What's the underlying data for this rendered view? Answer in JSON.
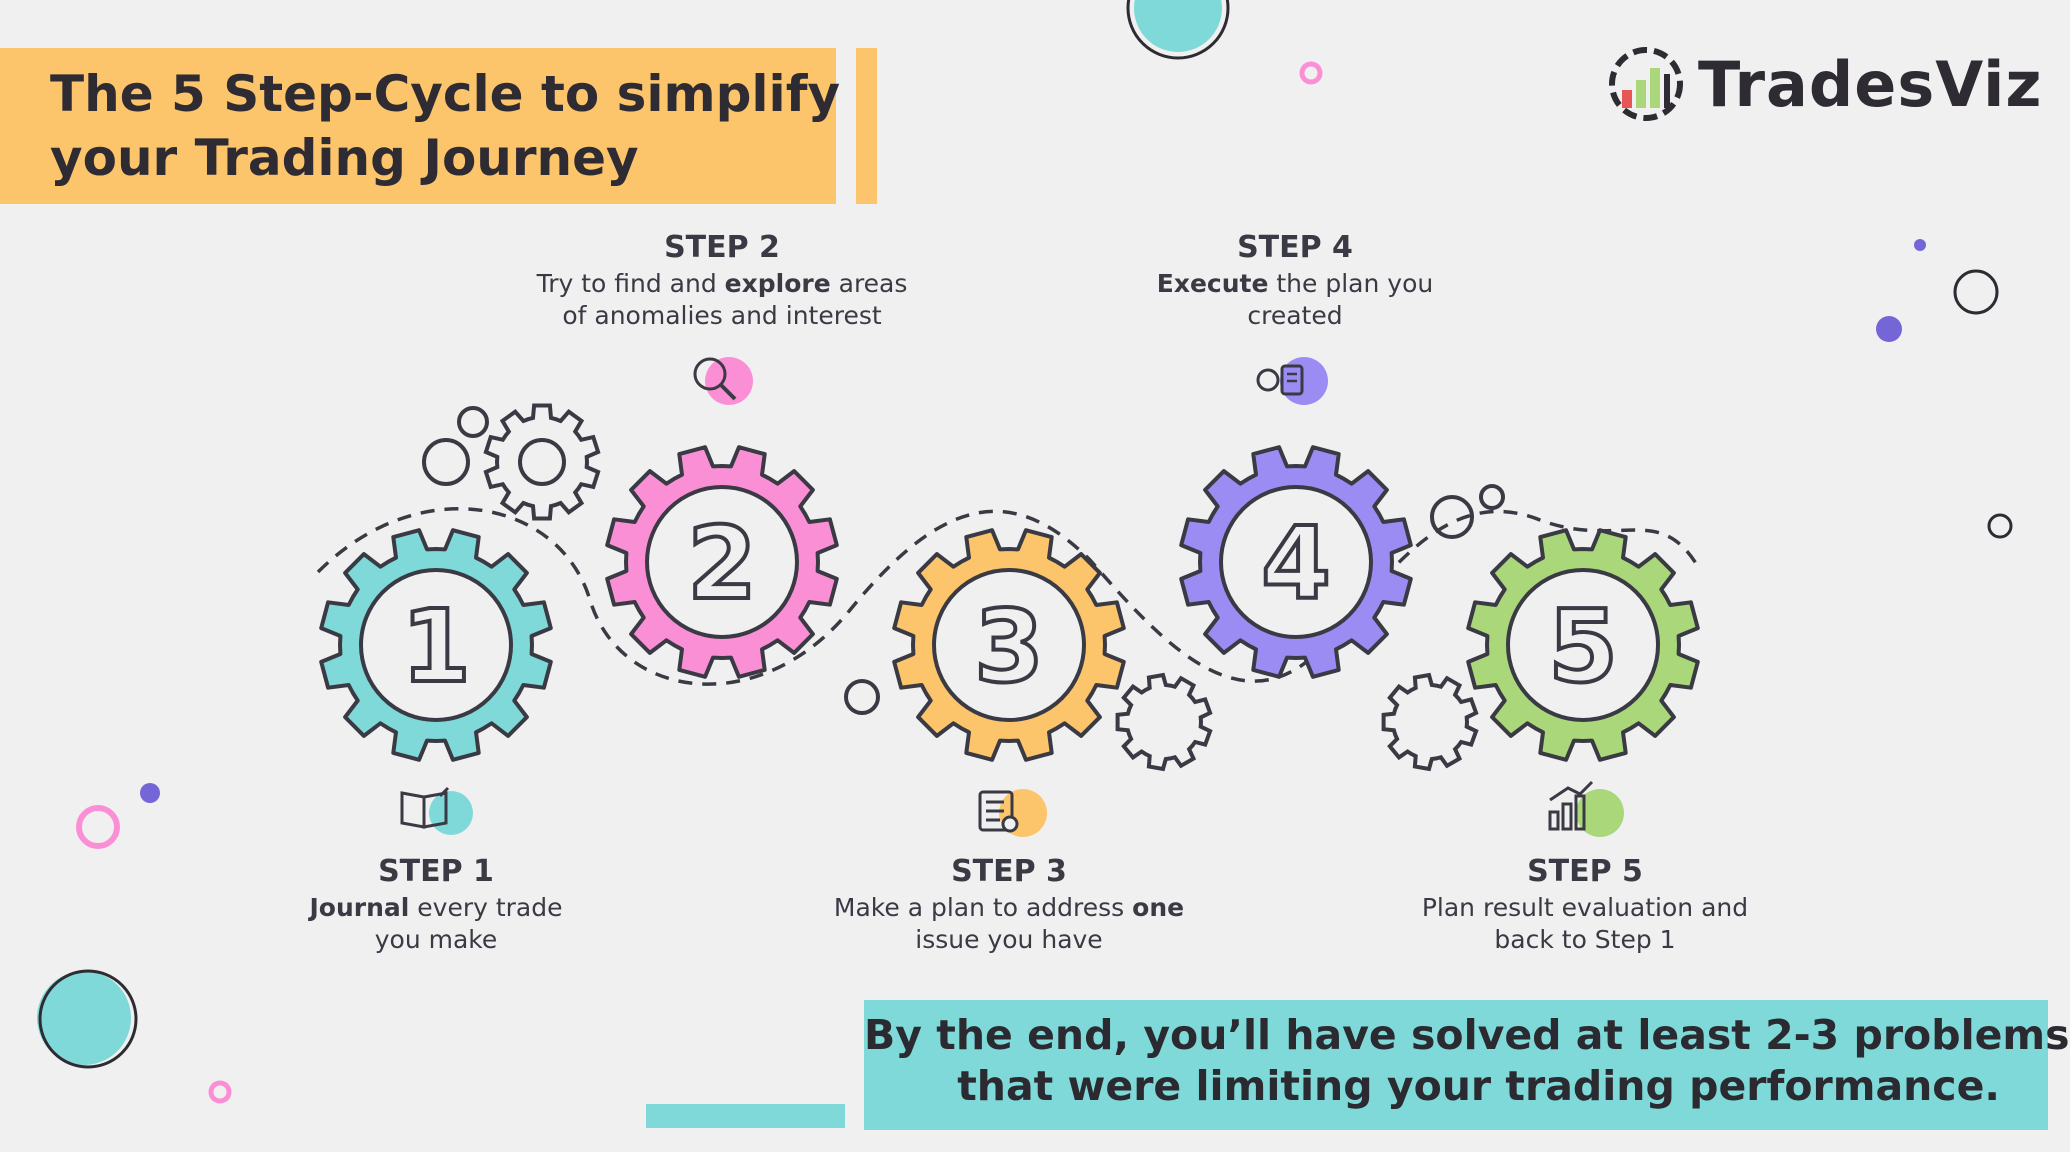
{
  "header": {
    "title_line1": "The 5 Step-Cycle to simplify",
    "title_line2": "your Trading Journey"
  },
  "brand": {
    "name": "TradesViz"
  },
  "steps": [
    {
      "number": "1",
      "title": "STEP 1",
      "desc_bold": "Journal",
      "desc_rest": " every trade you make",
      "color": "#7fd9d9",
      "icon": "journal-book-icon"
    },
    {
      "number": "2",
      "title": "STEP 2",
      "desc_pre": "Try to find and ",
      "desc_bold": "explore",
      "desc_rest": " areas of anomalies and interest",
      "color": "#fb8fd6",
      "icon": "magnifier-icon"
    },
    {
      "number": "3",
      "title": "STEP 3",
      "desc_pre": "Make a plan to address ",
      "desc_bold": "one",
      "desc_rest": " issue you have",
      "color": "#fcc46b",
      "icon": "checklist-icon"
    },
    {
      "number": "4",
      "title": "STEP 4",
      "desc_bold": "Execute",
      "desc_rest": " the plan you created",
      "color": "#9a8cf2",
      "icon": "gear-document-icon"
    },
    {
      "number": "5",
      "title": "STEP 5",
      "desc_pre": "Plan result evaluation and back to Step 1",
      "color": "#a9d77a",
      "icon": "growth-chart-icon"
    }
  ],
  "footer": {
    "line1": "By the end, you’ll have solved at least 2-3 problems",
    "line2": "that were limiting your trading performance."
  },
  "colors": {
    "teal": "#7fd9d9",
    "pink": "#fb8fd6",
    "orange": "#fcc46b",
    "purple": "#9a8cf2",
    "green": "#a9d77a",
    "outline": "#3a3a44"
  }
}
